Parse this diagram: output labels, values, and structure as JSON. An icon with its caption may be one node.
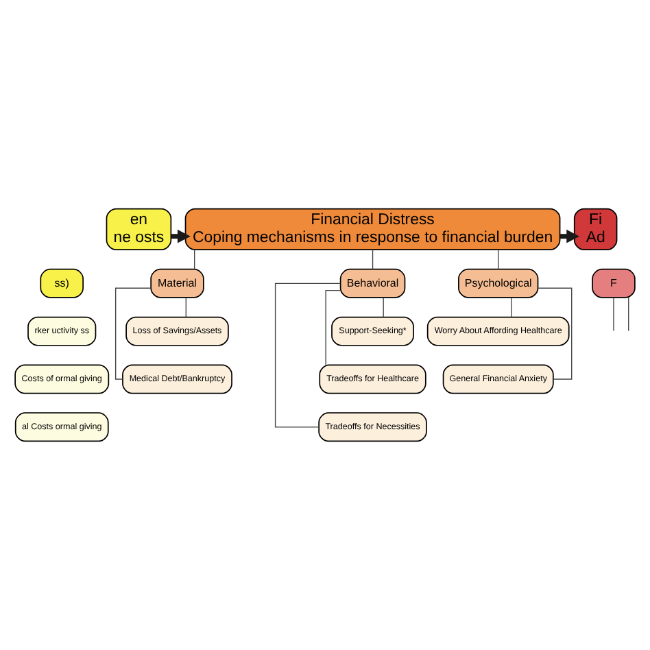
{
  "diagram": {
    "nodes": [
      {
        "text": [
          "en",
          "ne osts"
        ]
      },
      {
        "text": [
          "Financial Distress",
          "Coping mechanisms in response to financial burden"
        ]
      },
      {
        "text": [
          "Fi",
          "Ad"
        ]
      },
      {
        "text": [
          "ss)"
        ]
      },
      {
        "text": [
          "Material"
        ]
      },
      {
        "text": [
          "Behavioral"
        ]
      },
      {
        "text": [
          "Psychological"
        ]
      },
      {
        "text": [
          "F"
        ]
      },
      {
        "text": [
          "rker uctivity ss"
        ]
      },
      {
        "text": [
          "Costs of ormal giving"
        ]
      },
      {
        "text": [
          "al Costs ormal giving"
        ]
      },
      {
        "text": [
          "Loss of Savings/Assets"
        ]
      },
      {
        "text": [
          "Medical Debt/Bankruptcy"
        ]
      },
      {
        "text": [
          "Support-Seeking*"
        ]
      },
      {
        "text": [
          "Tradeoffs for Healthcare"
        ]
      },
      {
        "text": [
          "Tradeoffs for Necessities"
        ]
      },
      {
        "text": [
          "Worry About Affording Healthcare"
        ]
      },
      {
        "text": [
          "General Financial Anxiety"
        ]
      }
    ],
    "edges": [
      {
        "from": 0,
        "to": 1,
        "arrow": "to",
        "style": "thick"
      },
      {
        "from": 1,
        "to": 2,
        "arrow": "to",
        "style": "thick"
      },
      {
        "from": 1,
        "to": 4,
        "arrow": "none"
      },
      {
        "from": 1,
        "to": 5,
        "arrow": "none"
      },
      {
        "from": 1,
        "to": 6,
        "arrow": "none"
      },
      {
        "from": 4,
        "to": 11,
        "arrow": "none"
      },
      {
        "from": 4,
        "to": 12,
        "arrow": "none"
      },
      {
        "from": 5,
        "to": 13,
        "arrow": "none"
      },
      {
        "from": 5,
        "to": 14,
        "arrow": "none"
      },
      {
        "from": 5,
        "to": 15,
        "arrow": "none"
      },
      {
        "from": 6,
        "to": 16,
        "arrow": "none"
      },
      {
        "from": 6,
        "to": 17,
        "arrow": "none"
      },
      {
        "from": 7,
        "to": null,
        "arrow": "none"
      },
      {
        "from": 7,
        "to": null,
        "arrow": "none"
      }
    ]
  }
}
